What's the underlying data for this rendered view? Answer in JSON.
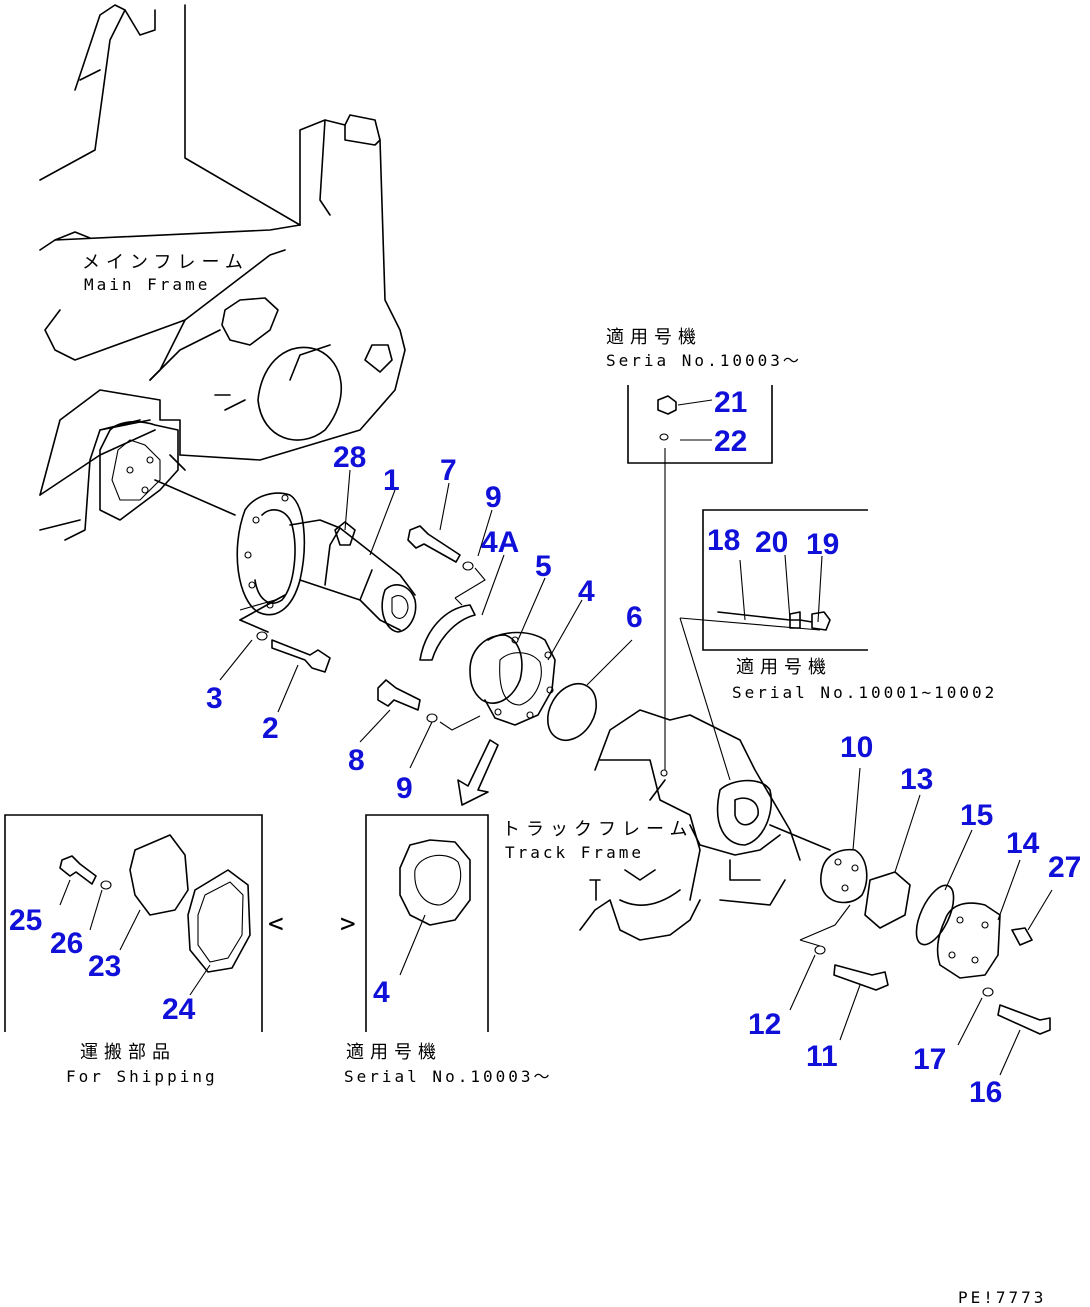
{
  "drawing_id": "PE!7773",
  "labels": {
    "main_frame_jp": "メインフレーム",
    "main_frame_en": "Main Frame",
    "track_frame_jp": "トラックフレーム",
    "track_frame_en": "Track Frame",
    "serial_top_jp": "適用号機",
    "serial_top_en": "Seria No.10003～",
    "serial_mid_jp": "適用号機",
    "serial_mid_en": "Serial No.10001~10002",
    "shipping_jp": "運搬部品",
    "shipping_en": "For Shipping",
    "serial_bottom_jp": "適用号機",
    "serial_bottom_en": "Serial No.10003～",
    "arrow_left": "<",
    "arrow_right": ">"
  },
  "part_numbers": [
    "1",
    "2",
    "3",
    "4",
    "4",
    "4A",
    "5",
    "6",
    "7",
    "8",
    "9",
    "9",
    "10",
    "11",
    "12",
    "13",
    "14",
    "15",
    "16",
    "17",
    "18",
    "19",
    "20",
    "21",
    "22",
    "23",
    "24",
    "25",
    "26",
    "27",
    "28"
  ]
}
